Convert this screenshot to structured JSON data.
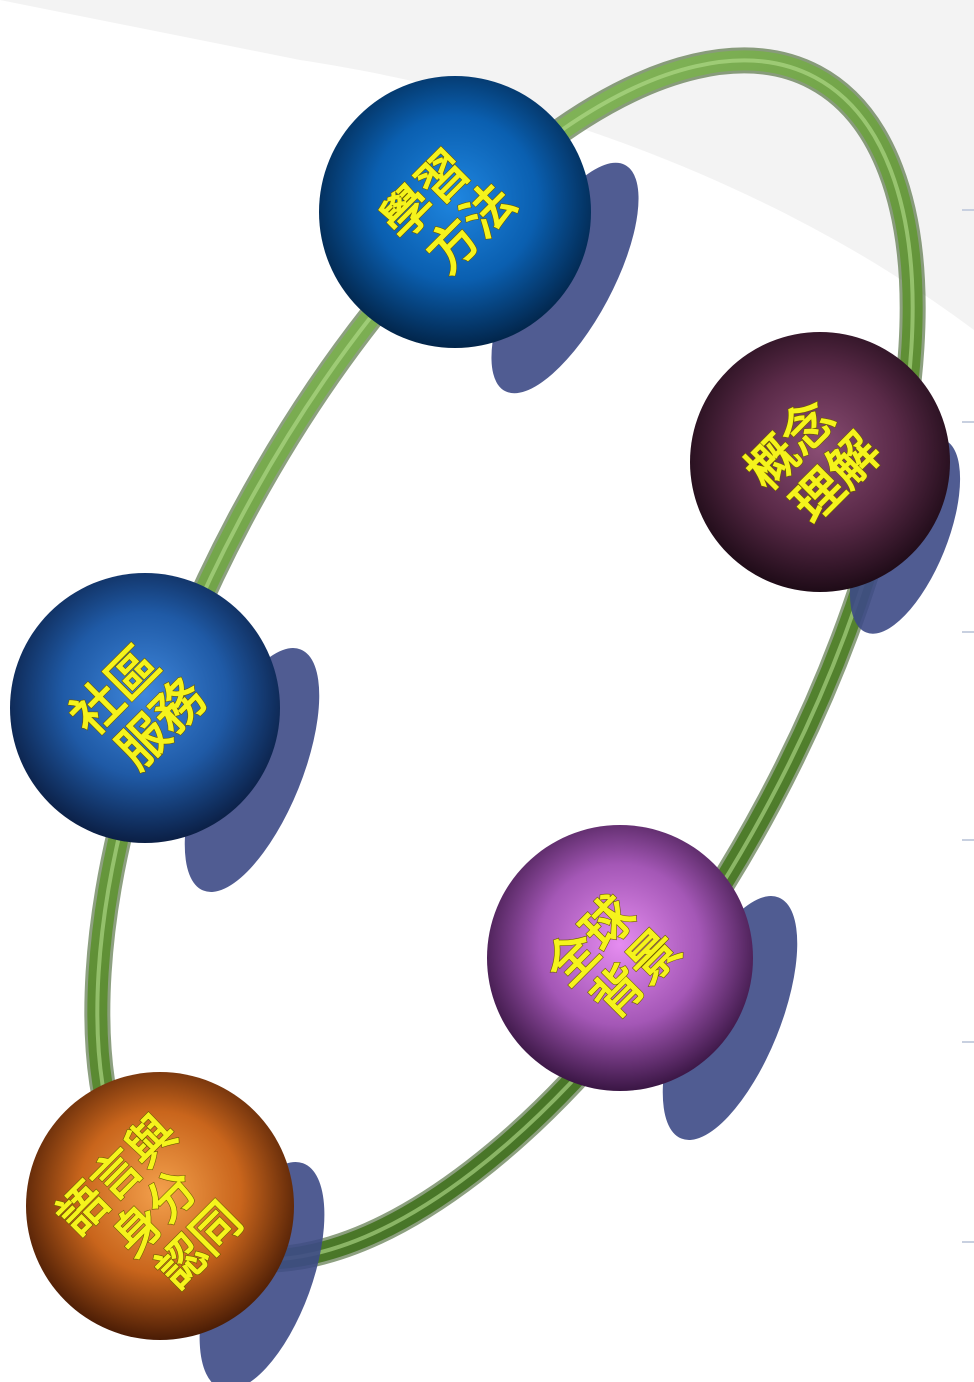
{
  "diagram": {
    "ring_color": "#6a9a3e",
    "label_color": "#f5f31c",
    "shadow_color": "#3d4a86",
    "nodes": [
      {
        "id": "learning-methods",
        "lines": [
          "學習",
          "方法"
        ],
        "color": "#0a5fb0"
      },
      {
        "id": "concept-understanding",
        "lines": [
          "概念",
          "理解"
        ],
        "color": "#5a2a48"
      },
      {
        "id": "community-service",
        "lines": [
          "社區",
          "服務"
        ],
        "color": "#1f5aa6"
      },
      {
        "id": "global-context",
        "lines": [
          "全球",
          "背景"
        ],
        "color": "#b85fc8"
      },
      {
        "id": "language-identity",
        "lines": [
          "語言與",
          "身分",
          "認同"
        ],
        "color": "#c9651c"
      }
    ]
  }
}
